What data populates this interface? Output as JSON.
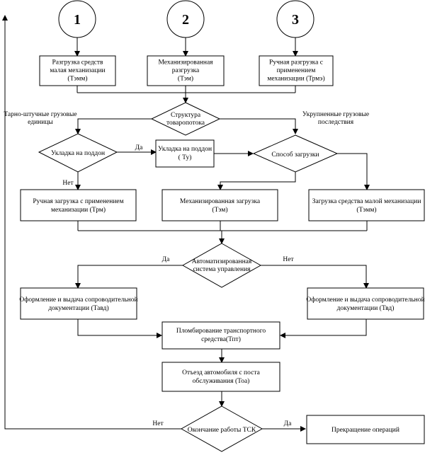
{
  "circles": {
    "c1": "1",
    "c2": "2",
    "c3": "3"
  },
  "boxes": {
    "unload_small_mech": [
      "Разгрузка средств",
      "малая механизации",
      "(Тэмм)"
    ],
    "mech_unload": [
      "Механизированная",
      "разгрузка",
      "(Тэм)"
    ],
    "manual_unload": [
      "Ручная разгрузка с",
      "применением",
      "механизации (Трмэ)"
    ],
    "pallet_stacking": [
      "Укладка на поддон",
      "( Ту)"
    ],
    "manual_load": [
      "Ручная загрузка с применением",
      "механизации (Трм)"
    ],
    "mech_load": [
      "Механизированная загрузка",
      "(Тэм)"
    ],
    "small_mech_load": [
      "Загрузка средства малой механизации",
      "(Тэмм)"
    ],
    "docs_left": [
      "Оформление и выдача сопроводительной",
      "документации (Тавд)"
    ],
    "docs_right": [
      "Оформление и выдача сопроводительной",
      "документации (Твд)"
    ],
    "sealing": [
      "Пломбирование транспортного",
      "средства(Тпт)"
    ],
    "departure": [
      "Отъезд автомобиля с поста",
      "обслуживания (Тоа)"
    ],
    "stop": [
      "Прекращение операций"
    ]
  },
  "decisions": {
    "structure": [
      "Структура",
      "товаропотока"
    ],
    "pallet": [
      "Укладка на поддон"
    ],
    "load_method": [
      "Способ загрузки"
    ],
    "automated": [
      "Автоматизированная",
      "система управления"
    ],
    "end": [
      "Окончание работы ТСК"
    ]
  },
  "labels": {
    "tare_piece": [
      "Тарно-штучные грузовые",
      "единицы"
    ],
    "consolidated": [
      "Укрупненные грузовые",
      "последствия"
    ],
    "yes_pallet": "Да",
    "no_pallet": "Нет",
    "yes_auto": "Да",
    "no_auto": "Нет",
    "no_end": "Нет",
    "yes_end": "Да"
  }
}
